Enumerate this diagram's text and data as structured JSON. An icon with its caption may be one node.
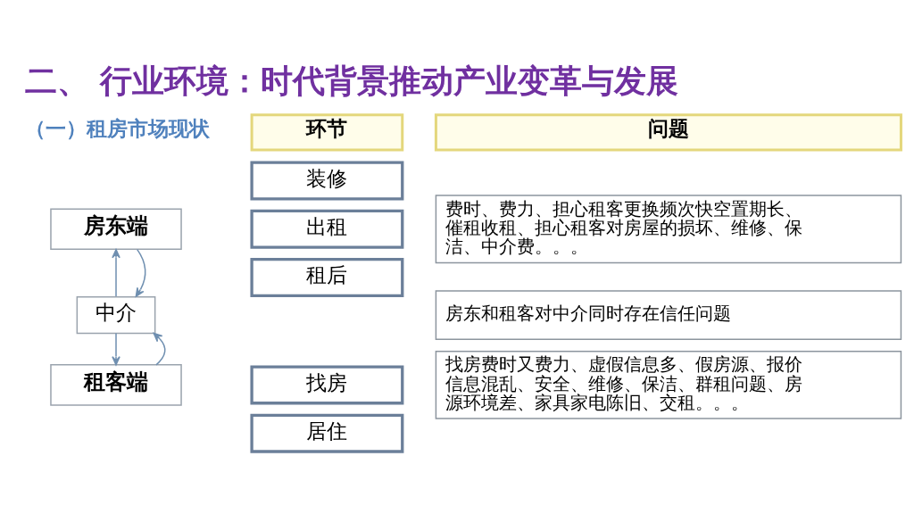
{
  "diagram": {
    "title": "二、 行业环境：时代背景推动产业变革与发展",
    "nodes": [
      {
        "text": [
          "环节"
        ]
      },
      {
        "text": [
          "问题"
        ]
      },
      {
        "text": [
          "房东端"
        ]
      },
      {
        "text": [
          "装修"
        ]
      },
      {
        "text": [
          "出租"
        ]
      },
      {
        "text": [
          "租后"
        ]
      },
      {
        "text": [
          "费时、费力、担心租客更换频次快空置期长、催租收租、担心租客对房屋的损坏、维修、保洁、中介费。。。"
        ]
      },
      {
        "text": [
          "中介"
        ]
      },
      {
        "text": [
          "房东和租客对中介同时存在信任问题"
        ]
      },
      {
        "text": [
          "租客端"
        ]
      },
      {
        "text": [
          "找房"
        ]
      },
      {
        "text": [
          "居住"
        ]
      },
      {
        "text": [
          "找房费时又费力、虚假信息多、假房源、报价信息混乱、安全、维修、保洁、群租问题、房源环境差、家具家电陈旧、交租。。。"
        ]
      }
    ],
    "edges": [
      {
        "from": 2,
        "to": 7,
        "arrow": "to"
      },
      {
        "from": 7,
        "to": 2,
        "arrow": "to"
      },
      {
        "from": 9,
        "to": 7,
        "arrow": "to"
      },
      {
        "from": 7,
        "to": 9,
        "arrow": "to"
      }
    ],
    "labels": [
      "（一）租房市场现状"
    ]
  }
}
